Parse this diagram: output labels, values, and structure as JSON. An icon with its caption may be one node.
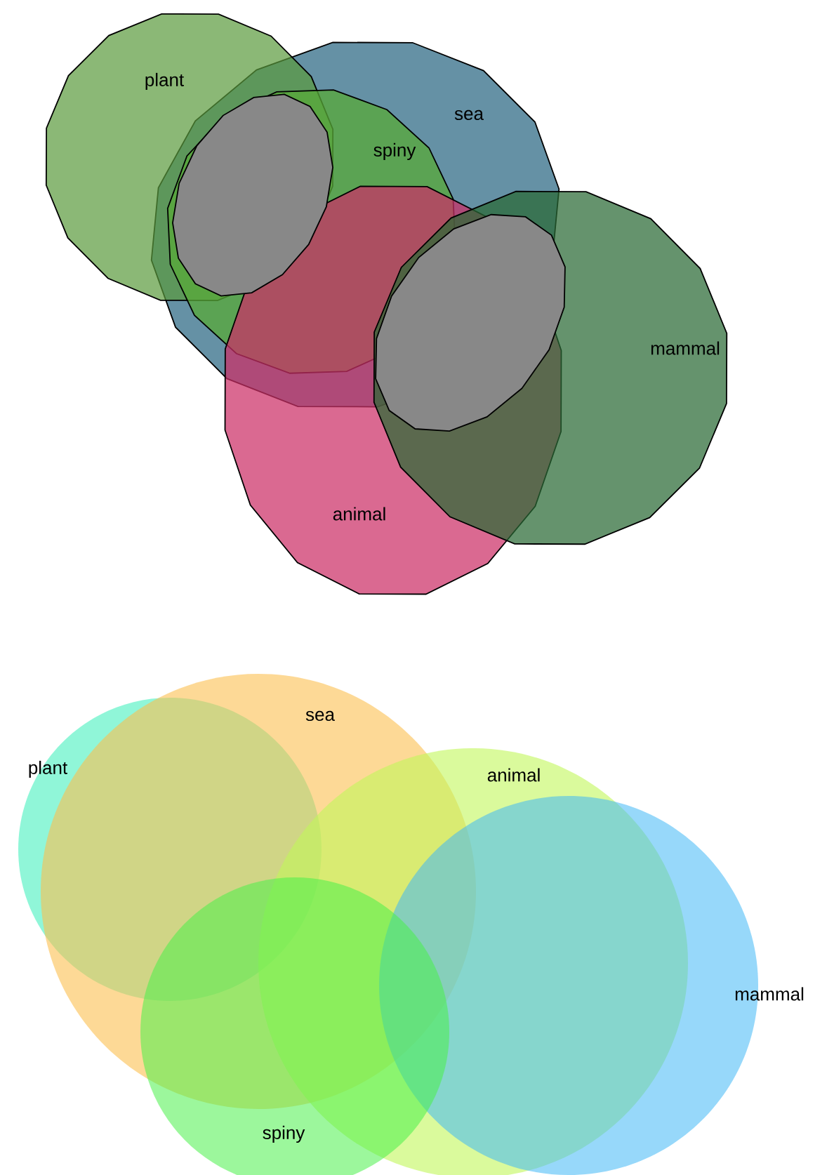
{
  "diagram": {
    "nodes": [
      {
        "text": [
          "plant"
        ]
      },
      {
        "text": [
          "sea"
        ]
      },
      {
        "text": [
          "spiny"
        ],
        "in": 1
      },
      {
        "text": [
          "mammal"
        ]
      },
      {
        "text": [
          "animal"
        ]
      },
      {
        "text": [],
        "shape": "polygon"
      },
      {
        "text": [],
        "shape": "polygon"
      },
      {
        "text": [
          "sea"
        ]
      },
      {
        "text": [
          "plant"
        ]
      },
      {
        "text": [
          "animal"
        ]
      },
      {
        "text": [
          "mammal"
        ]
      },
      {
        "text": [
          "spiny"
        ]
      }
    ]
  }
}
